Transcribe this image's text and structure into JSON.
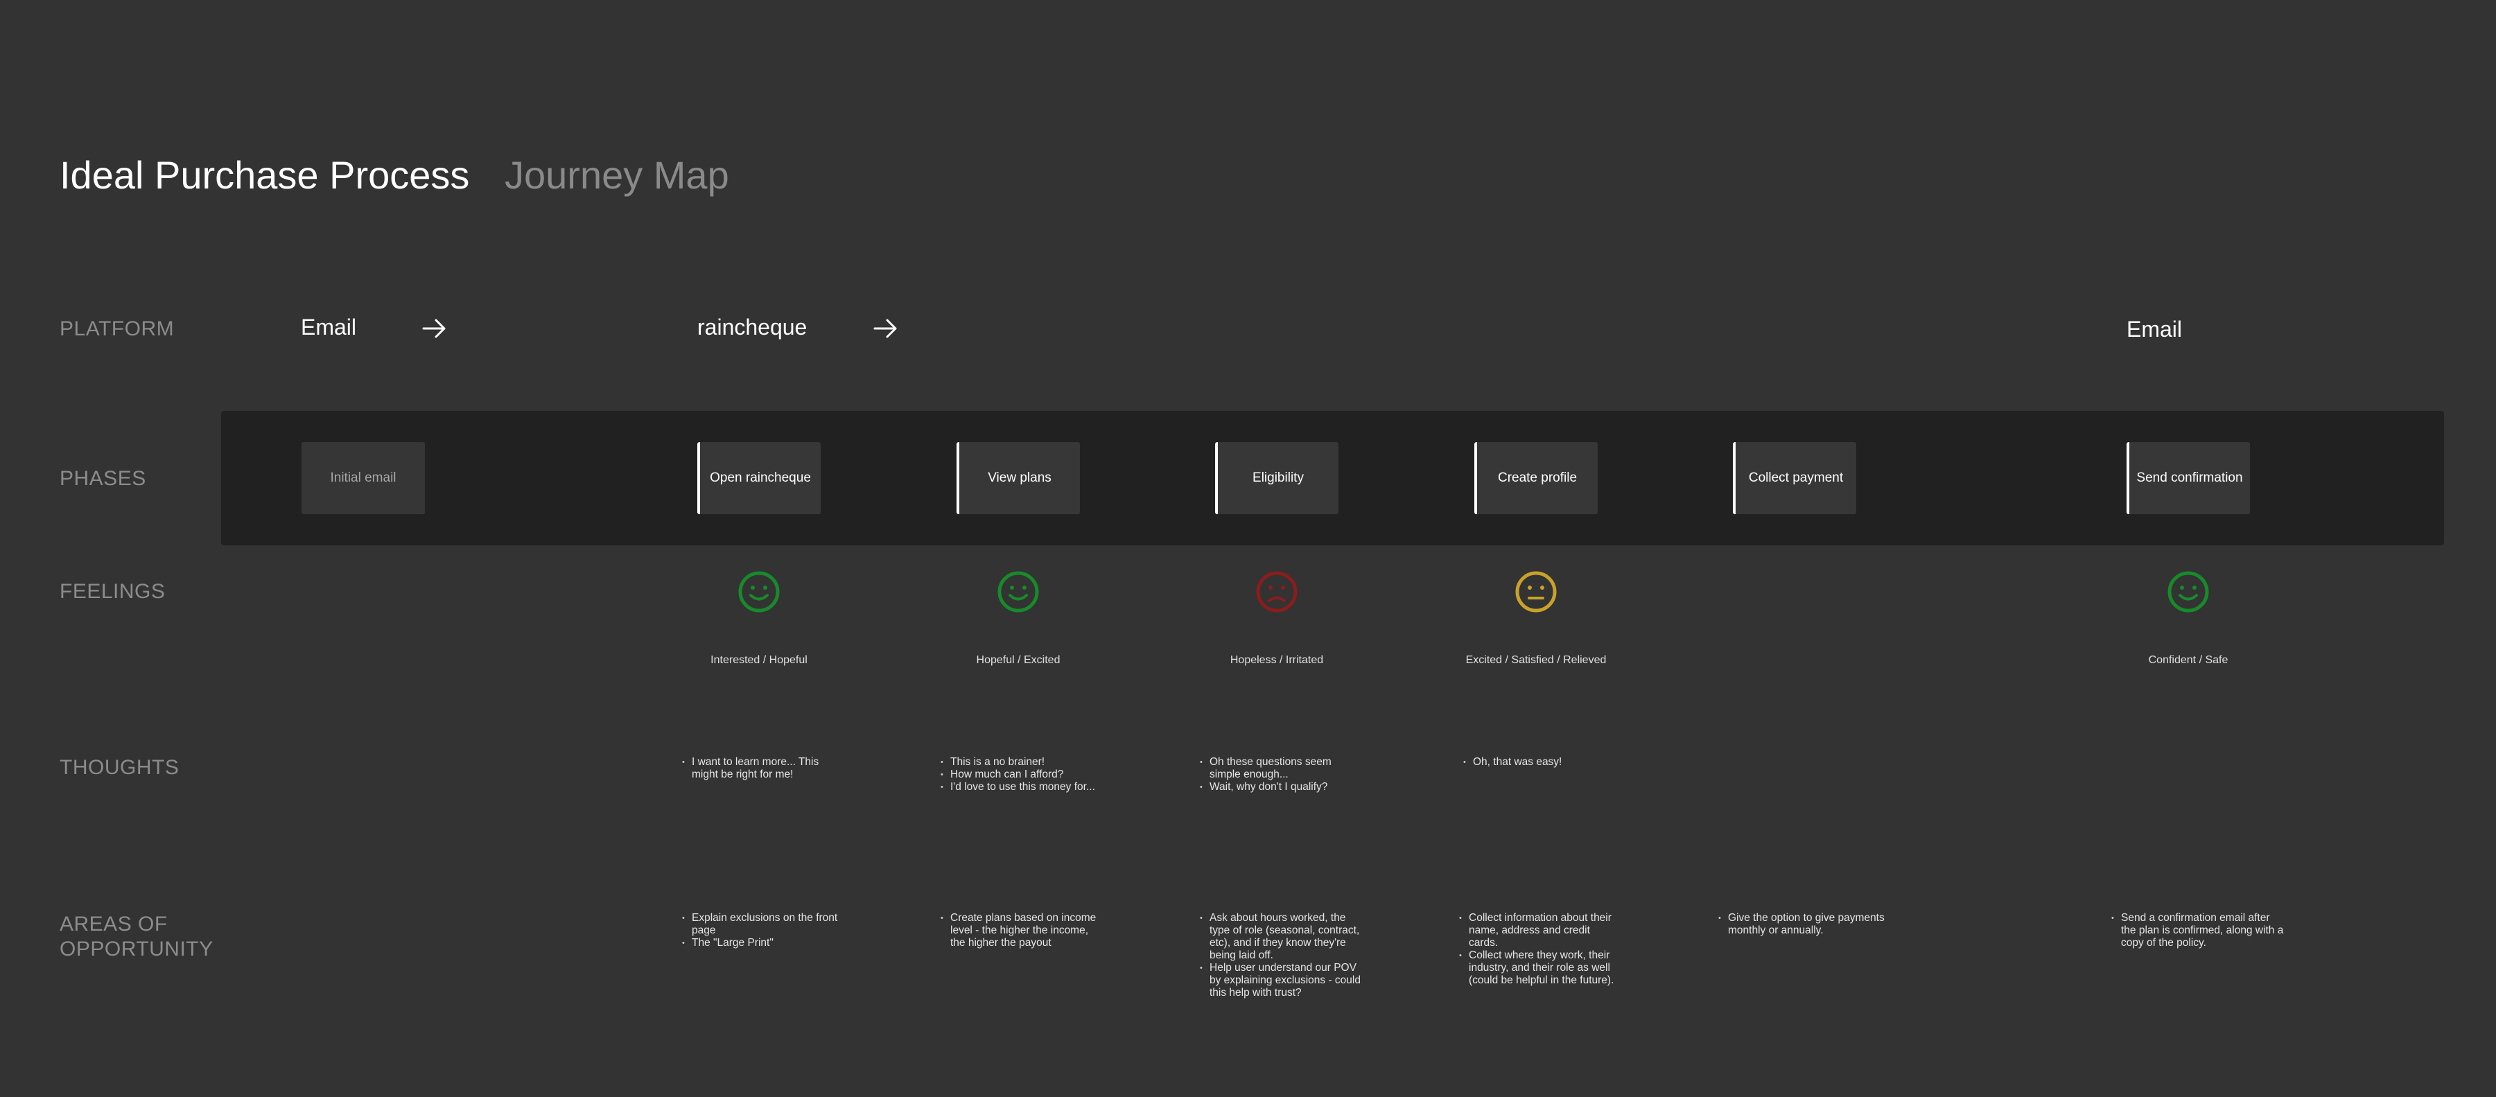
{
  "title": {
    "main": "Ideal Purchase Process",
    "sub": "Journey Map"
  },
  "row_labels": {
    "platform": "PLATFORM",
    "phases": "PHASES",
    "feelings": "FEELINGS",
    "thoughts": "THOUGHTS",
    "opportunity_line1": "AREAS OF",
    "opportunity_line2": "OPPORTUNITY"
  },
  "platform": {
    "items": [
      {
        "label": "Email",
        "arrow": "arrow-right-icon"
      },
      {
        "label": "raincheque",
        "arrow": "arrow-right-icon"
      },
      {
        "label": "Email"
      }
    ]
  },
  "phases": [
    "Initial email",
    "Open raincheque",
    "View plans",
    "Eligibility",
    "Create profile",
    "Collect payment",
    "Send confirmation"
  ],
  "feelings": [
    {
      "face": "smile-face-icon",
      "color": "#178a2a",
      "label": "Interested / Hopeful"
    },
    {
      "face": "smile-face-icon",
      "color": "#178a2a",
      "label": "Hopeful / Excited"
    },
    {
      "face": "sad-face-icon",
      "color": "#8b1d1d",
      "label": "Hopeless / Irritated"
    },
    {
      "face": "neutral-face-icon",
      "color": "#c9a22a",
      "label": "Excited / Satisfied / Relieved"
    },
    {
      "face": "smile-face-icon",
      "color": "#178a2a",
      "label": "Confident / Safe"
    }
  ],
  "thoughts": [
    [
      "I want to learn more... This might be right for me!"
    ],
    [
      "This is a no brainer!",
      "How much can I afford?",
      "I'd love to use this money for..."
    ],
    [
      "Oh these questions seem simple enough...",
      "Wait, why don't I qualify?"
    ],
    [
      "Oh, that was easy!"
    ]
  ],
  "opportunities": [
    [
      "Explain exclusions on the front page",
      "The \"Large Print\""
    ],
    [
      "Create plans based on income level - the higher the income, the higher the payout"
    ],
    [
      "Ask about hours worked, the type of role (seasonal, contract, etc), and if they know they're being laid off.",
      "Help user understand our POV by explaining exclusions - could this help with trust?"
    ],
    [
      "Collect information about their name, address and credit cards.",
      "Collect where they work, their industry, and their role as well (could be helpful in the future)."
    ],
    [
      "Give the option to give payments monthly or annually."
    ],
    [
      "Send a confirmation email after the plan is confirmed, along with a copy of the policy."
    ]
  ]
}
